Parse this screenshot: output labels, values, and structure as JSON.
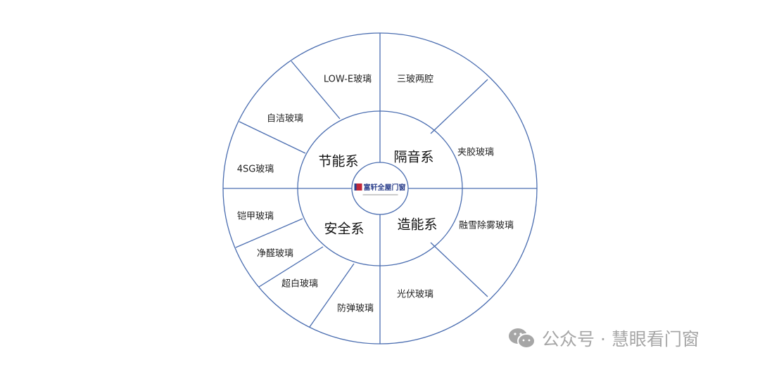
{
  "center": {
    "logo_text": "富轩全屋门窗"
  },
  "categories": [
    {
      "name": "节能系"
    },
    {
      "name": "隔音系"
    },
    {
      "name": "安全系"
    },
    {
      "name": "造能系"
    }
  ],
  "items": {
    "low_e": "LOW-E玻璃",
    "self_clean": "自洁玻璃",
    "4sg": "4SG玻璃",
    "triple": "三玻两腔",
    "laminated": "夹胶玻璃",
    "armor": "铠甲玻璃",
    "formaldehyde": "净醛玻璃",
    "ultra_white": "超白玻璃",
    "bulletproof": "防弹玻璃",
    "snow_melt": "融雪除雾玻璃",
    "photovoltaic": "光伏玻璃"
  },
  "watermark": {
    "text": "公众号 · 慧眼看门窗"
  },
  "colors": {
    "line": "#4a6db0",
    "watermark": "#a6a6a6"
  }
}
